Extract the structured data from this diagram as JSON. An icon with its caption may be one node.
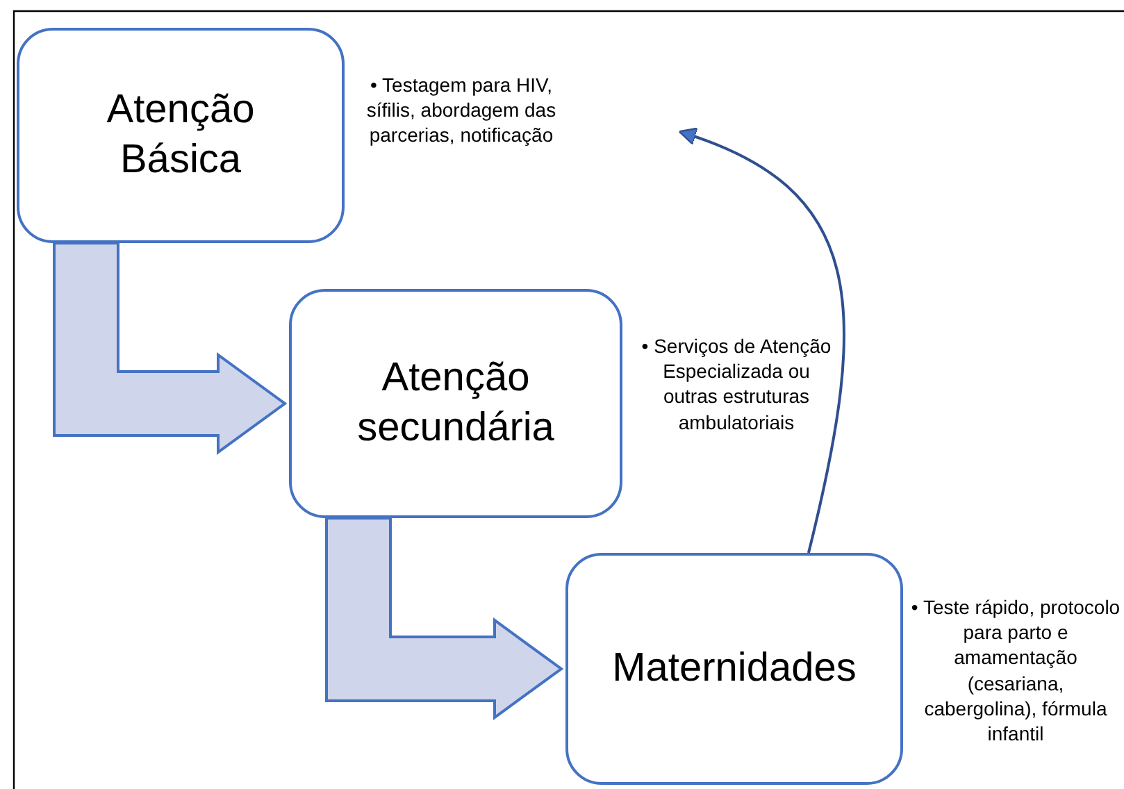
{
  "diagram": {
    "nodes": [
      {
        "text": [
          "Atenção Básica"
        ],
        "beside": [
          "• Testagem para HIV, sífilis, abordagem das parcerias, notificação"
        ]
      },
      {
        "text": [
          "Atenção secundária"
        ],
        "beside": [
          "• Serviços de Atenção Especializada ou outras estruturas ambulatoriais"
        ]
      },
      {
        "text": [
          "Maternidades"
        ],
        "beside": [
          "• Teste rápido, protocolo para parto e amamentação (cesariana, cabergolina), fórmula infantil"
        ]
      }
    ],
    "edges": [
      {
        "from": 0,
        "to": 1,
        "arrow": "to",
        "style": "thick"
      },
      {
        "from": 1,
        "to": 2,
        "arrow": "to",
        "style": "thick"
      },
      {
        "from": 2,
        "to": null,
        "arrow": "to",
        "color": "#2f4f8f"
      }
    ]
  }
}
